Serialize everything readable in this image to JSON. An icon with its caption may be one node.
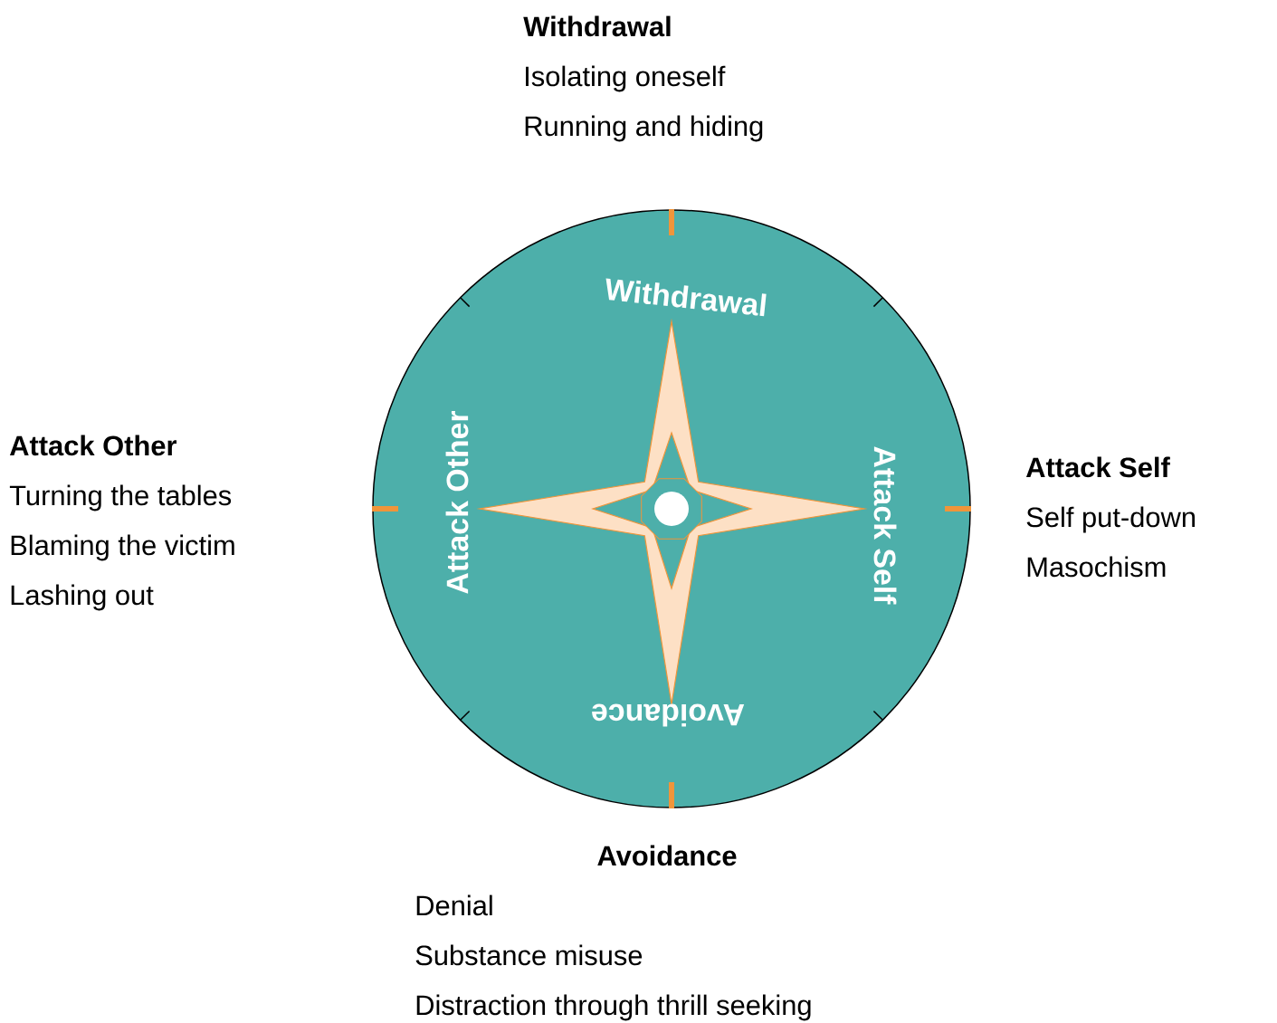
{
  "diagram": {
    "nodes": [
      {
        "text": [
          "Withdrawal",
          "Attack Self",
          "Avoidance",
          "Attack Other"
        ]
      }
    ],
    "labels": [
      "Withdrawal",
      "Isolating oneself",
      "Running and hiding",
      "Attack Other",
      "Turning the tables",
      "Blaming the victim",
      "Lashing out",
      "Attack Self",
      "Self put-down",
      "Masochism",
      "Avoidance",
      "Denial",
      "Substance misuse",
      "Distraction through thrill seeking"
    ]
  }
}
